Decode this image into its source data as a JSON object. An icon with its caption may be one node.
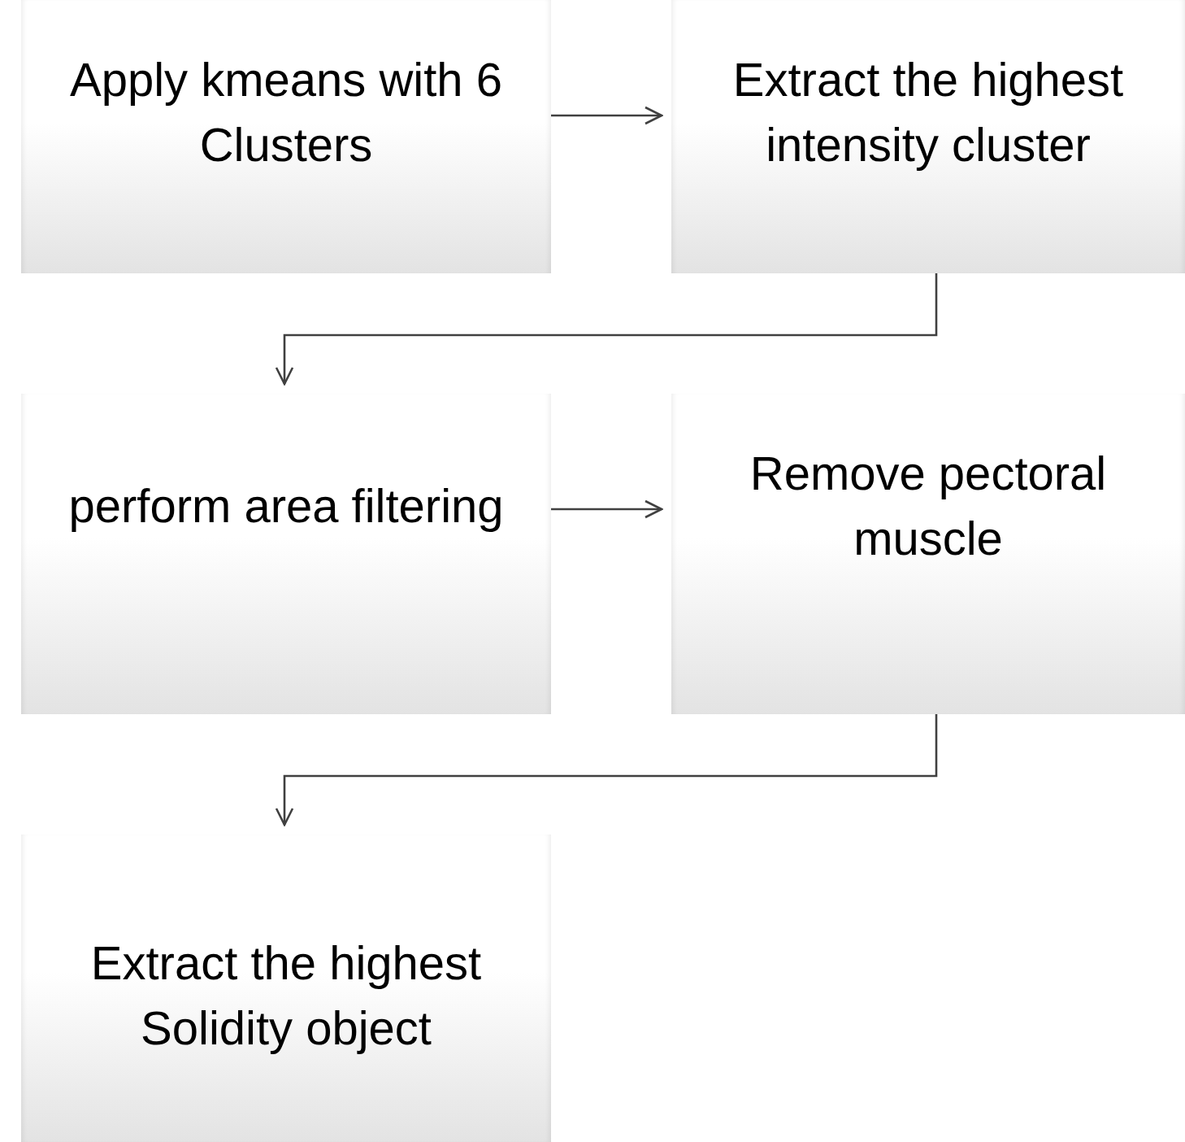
{
  "diagram": {
    "nodes": [
      {
        "text": [
          "Apply kmeans with 6 Clusters"
        ]
      },
      {
        "text": [
          "Extract the highest intensity cluster"
        ]
      },
      {
        "text": [
          "perform area filtering"
        ]
      },
      {
        "text": [
          "Remove  pectoral muscle"
        ]
      },
      {
        "text": [
          "Extract the highest Solidity object"
        ]
      }
    ],
    "edges": [
      {
        "from": 0,
        "to": 1,
        "arrow": "to"
      },
      {
        "from": 1,
        "to": 2,
        "arrow": "to"
      },
      {
        "from": 2,
        "to": 3,
        "arrow": "to"
      },
      {
        "from": 3,
        "to": 4,
        "arrow": "to"
      }
    ]
  }
}
